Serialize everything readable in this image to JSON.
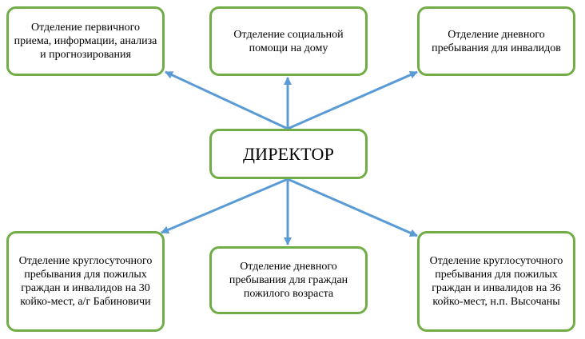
{
  "nodes": {
    "director": "ДИРЕКТОР",
    "primary_reception": "Отделение первичного приема, информации, анализа и прогнозирования",
    "home_social_help": "Отделение социальной помощи на дому",
    "day_stay_disabled": "Отделение дневного пребывания для инвалидов",
    "roundclock_30_babinovichi": "Отделение круглосуточного пребывания для пожилых граждан и инвалидов на 30 койко-мест, а/г Бабиновичи",
    "day_stay_elderly": "Отделение дневного пребывания для граждан пожилого возраста",
    "roundclock_36_vysochany": "Отделение круглосуточного пребывания для пожилых граждан и инвалидов на 36 койко-мест, н.п. Высочаны"
  },
  "colors": {
    "box_border": "#70AD47",
    "arrow": "#5B9BD5"
  }
}
